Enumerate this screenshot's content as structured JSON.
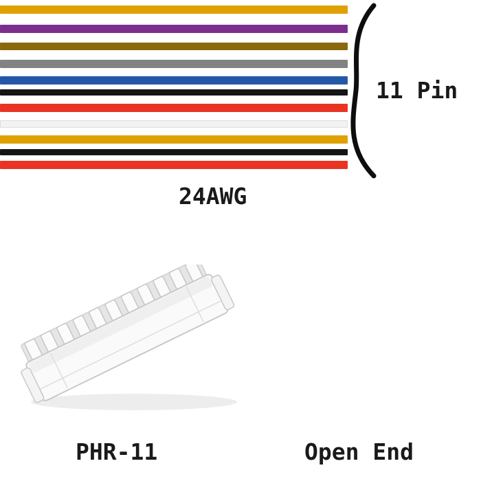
{
  "labels": {
    "pin_count": "11 Pin",
    "wire_gauge": "24AWG",
    "connector_model": "PHR-11",
    "termination": "Open End"
  },
  "connector": {
    "pin_count": 11
  },
  "wires": [
    {
      "name": "yellow",
      "hex": "#DFA100"
    },
    {
      "name": "purple",
      "hex": "#7C2E8E"
    },
    {
      "name": "brown",
      "hex": "#8A680B"
    },
    {
      "name": "gray",
      "hex": "#828282"
    },
    {
      "name": "blue",
      "hex": "#2458A6"
    },
    {
      "name": "black",
      "hex": "#151515"
    },
    {
      "name": "red",
      "hex": "#EA3323"
    },
    {
      "name": "white",
      "hex": "#F2F2F2"
    },
    {
      "name": "yellow-2",
      "hex": "#DFA100"
    },
    {
      "name": "black-2",
      "hex": "#151515"
    },
    {
      "name": "red-2",
      "hex": "#EA3323"
    }
  ],
  "colors": {
    "brace": "#0E0E0E",
    "text": "#1A1A1A",
    "background": "#FFFFFF"
  }
}
